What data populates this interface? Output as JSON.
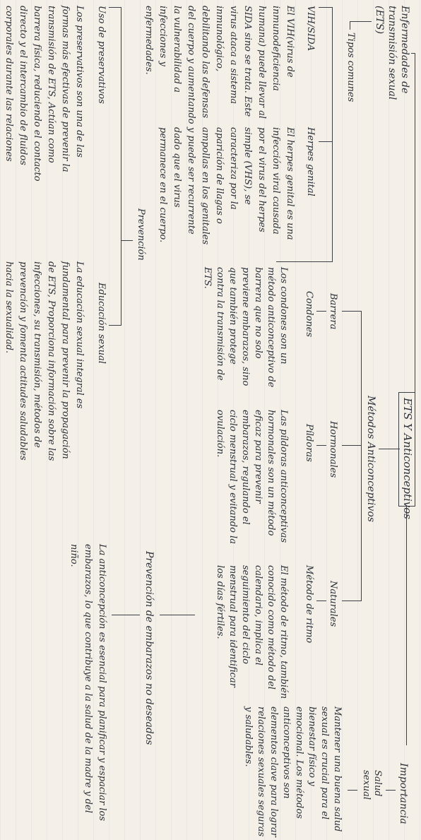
{
  "title": "ETS Y Anticonceptivos",
  "left_branch": {
    "heading": "Enfermedades de transmisión sexual (ETS)",
    "subheading": "Tipos comunes",
    "vih": {
      "label": "VIH/SIDA",
      "text": "El VIH(virus de inmunodeficiencia humana) puede llevar al SIDA sino se trata. Este virus ataca a sistema inmunológico, debilitando las defensas del cuerpo y aumentando la vulnerabilidad a infecciones y enfermedades."
    },
    "herpes": {
      "label": "Herpes genital",
      "text": "El herpes genital es una infección viral causada por el virus del herpes simple (VHS), se caracteriza por la aparición de llagas o ampollas en los genitales y puede ser recurrente dado que el virus permanece en el cuerpo."
    },
    "prevention_label": "Prevención",
    "prevention": {
      "label": "Uso de preservativos",
      "text": "Los preservativos son una de las formas más efectivas de prevenir la transmisión de ETS, Actúan como barrera física, reduciendo el contacto directo y el intercambio de fluidos corporales durante las relaciones sexuales."
    },
    "education": {
      "label": "Educación sexual",
      "text": "La educación sexual integral es fundamental para prevenir la propagación de ETS, Proporciona información sobre las infecciones, su transmisión, métodos de prevención y fomenta actitudes saludables hacia la sexualidad."
    }
  },
  "center_branch": {
    "heading": "Métodos Anticonceptivos",
    "barrera": {
      "label": "Barrera",
      "sublabel": "Condones",
      "text": "Los condones son un método anticonceptivo de barrera que no solo previene embarazos, sino que también protege contra la transmisión de ETS."
    },
    "hormonales": {
      "label": "Hormonales",
      "sublabel": "Píldoras",
      "text": "Las píldoras anticonceptivas hormonales son un método eficaz para prevenir embarazos, regulando el ciclo menstrual y evitando la ovulación."
    },
    "naturales": {
      "label": "Naturales",
      "sublabel": "Método de ritmo",
      "text": "El método de ritmo, también conocido como método del calendario, implica el seguimiento del ciclo menstrual para identificar los días fértiles."
    },
    "prevention_title": "Prevención de embarazos no deseados",
    "prevention_text": "La anticoncepción es esencial para planificar y espaciar los embarazos, lo que contribuye a la salud de la madre y del niño."
  },
  "right_branch": {
    "heading": "Importancia",
    "subheading": "Salud sexual",
    "text": "Mantener una buena salud sexual es crucial para el bienestar físico y emocional. Los métodos anticonceptivos son elementos clave para lograr relaciones sexuales seguras y saludables."
  }
}
